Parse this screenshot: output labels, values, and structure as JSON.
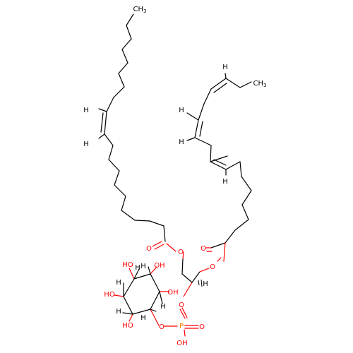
{
  "atom_labels": {
    "ch3_top": "CH",
    "ch3_top_sub": "3",
    "ch3_right": "CH",
    "ch3_right_sub": "3",
    "h": "H",
    "o": "O",
    "oh": "OH",
    "ho": "HO",
    "p": "P",
    "o_dbl": "O",
    "p_oh": "OH"
  },
  "colors": {
    "carbon": "#000000",
    "oxygen": "#ff0000",
    "phosphorus": "#ff8000",
    "background": "#ffffff"
  }
}
